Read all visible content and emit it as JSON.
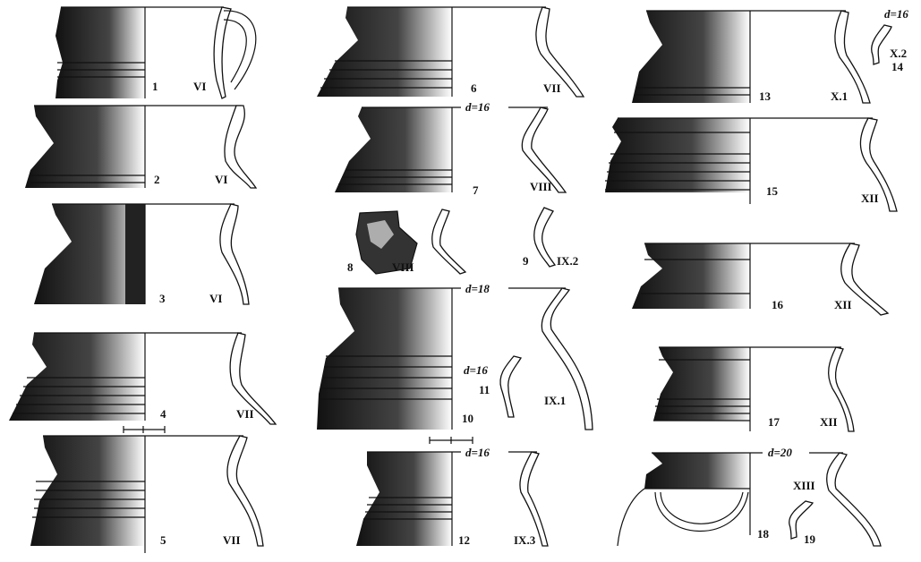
{
  "figures": [
    {
      "num": "1",
      "type": "VI"
    },
    {
      "num": "2",
      "type": "VI"
    },
    {
      "num": "3",
      "type": "VI"
    },
    {
      "num": "4",
      "type": "VII"
    },
    {
      "num": "5",
      "type": "VII"
    },
    {
      "num": "6",
      "type": "VII"
    },
    {
      "num": "7",
      "type": "VIII",
      "d": "d=16"
    },
    {
      "num": "8",
      "type": "VIII"
    },
    {
      "num": "9",
      "type": "IX.2"
    },
    {
      "num": "10",
      "type": "IX.1",
      "d": "d=18"
    },
    {
      "num": "11",
      "d": "d=16"
    },
    {
      "num": "12",
      "type": "IX.3",
      "d": "d=16"
    },
    {
      "num": "13",
      "type": "X.1"
    },
    {
      "num": "14",
      "type": "X.2",
      "d": "d=16"
    },
    {
      "num": "15",
      "type": "XII"
    },
    {
      "num": "16",
      "type": "XII"
    },
    {
      "num": "17",
      "type": "XII"
    },
    {
      "num": "18",
      "type": "XIII",
      "d": "d=20"
    },
    {
      "num": "19"
    }
  ]
}
